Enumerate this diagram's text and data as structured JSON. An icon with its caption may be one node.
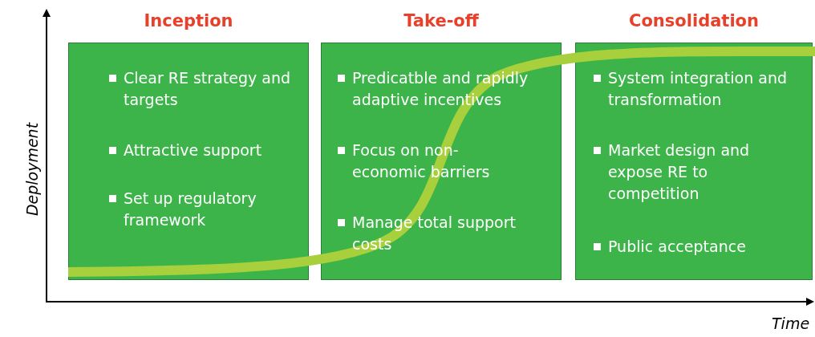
{
  "diagram": {
    "nodes": [
      {
        "text": [
          "Inception",
          "Clear RE strategy and targets",
          "Attractive support",
          "Set up regulatory framework"
        ]
      },
      {
        "text": [
          "Take-off",
          "Predicatble and rapidly adaptive incentives",
          "Focus on non-economic barriers",
          "Manage total support costs"
        ]
      },
      {
        "text": [
          "Consolidation",
          "System integration and transformation",
          "Market design and expose RE to competition",
          "Public acceptance"
        ]
      }
    ],
    "edges": [],
    "labels": [
      "Deployment",
      "Time"
    ]
  }
}
